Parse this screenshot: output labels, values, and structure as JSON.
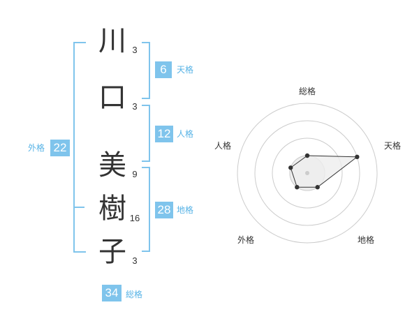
{
  "name": {
    "chars": [
      {
        "char": "川",
        "strokes": "3"
      },
      {
        "char": "口",
        "strokes": "3"
      },
      {
        "char": "美",
        "strokes": "9"
      },
      {
        "char": "樹",
        "strokes": "16"
      },
      {
        "char": "子",
        "strokes": "3"
      }
    ]
  },
  "fortune": {
    "tenkaku": {
      "value": "6",
      "label": "天格"
    },
    "jinkaku": {
      "value": "12",
      "label": "人格"
    },
    "chikaku": {
      "value": "28",
      "label": "地格"
    },
    "gaikaku": {
      "value": "22",
      "label": "外格"
    },
    "soukaku": {
      "value": "34",
      "label": "総格"
    }
  },
  "chart_data": {
    "type": "radar",
    "axes": [
      "総格",
      "天格",
      "地格",
      "外格",
      "人格"
    ],
    "rings": 4,
    "max": 4,
    "values": [
      1,
      3,
      1,
      1,
      1
    ],
    "colors": {
      "fill": "#eeeeee",
      "stroke": "#333333",
      "grid": "#cccccc",
      "accent": "#7fc4ec"
    }
  }
}
